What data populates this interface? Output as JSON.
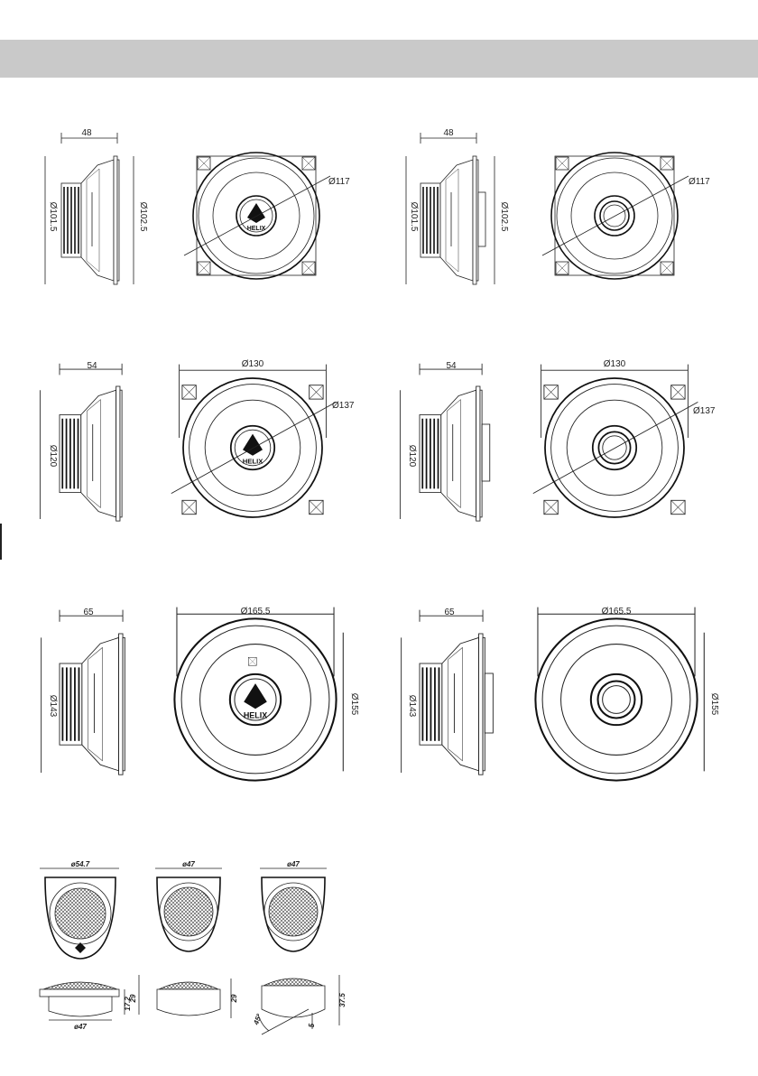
{
  "page": {
    "header_bar_color": "#c9c9c9"
  },
  "brand": {
    "logo_text": "HELIX"
  },
  "drawings": {
    "row1_left": {
      "side_depth": "48",
      "side_diam_left": "Ø101.5",
      "side_diam_right": "Ø102.5",
      "front_diam": "Ø117"
    },
    "row1_right": {
      "side_depth": "48",
      "side_diam_left": "Ø101.5",
      "side_diam_right": "Ø102.5",
      "front_diam": "Ø117"
    },
    "row2_left": {
      "side_depth": "54",
      "side_diam": "Ø120",
      "front_diam_top": "Ø130",
      "front_diam": "Ø137"
    },
    "row2_right": {
      "side_depth": "54",
      "side_diam": "Ø120",
      "front_diam_top": "Ø130",
      "front_diam": "Ø137"
    },
    "row3_left": {
      "side_depth": "65",
      "side_diam": "Ø143",
      "front_diam_top": "Ø165.5",
      "front_diam_right": "Ø155"
    },
    "row3_right": {
      "side_depth": "65",
      "side_diam": "Ø143",
      "front_diam_top": "Ø165.5",
      "front_diam_right": "Ø155"
    },
    "tweeters": {
      "t1_top": "ø54.7",
      "t1_bottom": "ø47",
      "t1_h1": "17.2",
      "t1_h2": "29",
      "t2_top": "ø47",
      "t2_h": "29",
      "t3_top": "ø47",
      "t3_h": "37.5",
      "t3_angle": "45°",
      "t3_small": "5"
    }
  }
}
